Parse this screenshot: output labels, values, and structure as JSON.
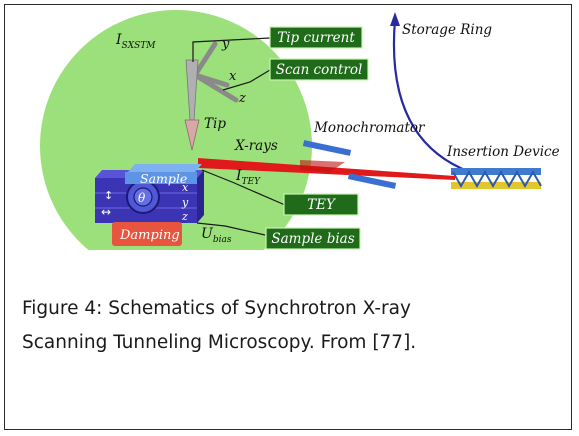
{
  "figure": {
    "labels": {
      "isxstm_main": "I",
      "isxstm_sub": "SXSTM",
      "axis_y": "y",
      "axis_x": "x",
      "axis_z": "z",
      "tip": "Tip",
      "sample": "Sample",
      "theta": "θ",
      "stage_x": "x",
      "stage_y": "y",
      "stage_z": "z",
      "damping": "Damping",
      "xrays": "X-rays",
      "monochromator": "Monochromator",
      "itey_main": "I",
      "itey_sub": "TEY",
      "ubias_main": "U",
      "ubias_sub": "bias",
      "storage_ring": "Storage Ring",
      "insertion_device": "Insertion Device"
    },
    "boxes": {
      "tip_current": "Tip current",
      "scan_control": "Scan control",
      "tey": "TEY",
      "sample_bias": "Sample bias"
    },
    "colors": {
      "sphere": "#9be07a",
      "box_fill": "#1f6b1a",
      "box_border": "#c8f2b0",
      "sample_block": "#3b35b5",
      "damping": "#e7553e",
      "beam": "#e01a1a",
      "ring": "#2a2aa0"
    }
  },
  "caption": {
    "line1": "Figure 4: Schematics of Synchrotron X-ray",
    "line2": "Scanning Tunneling Microscopy. From [77]."
  }
}
